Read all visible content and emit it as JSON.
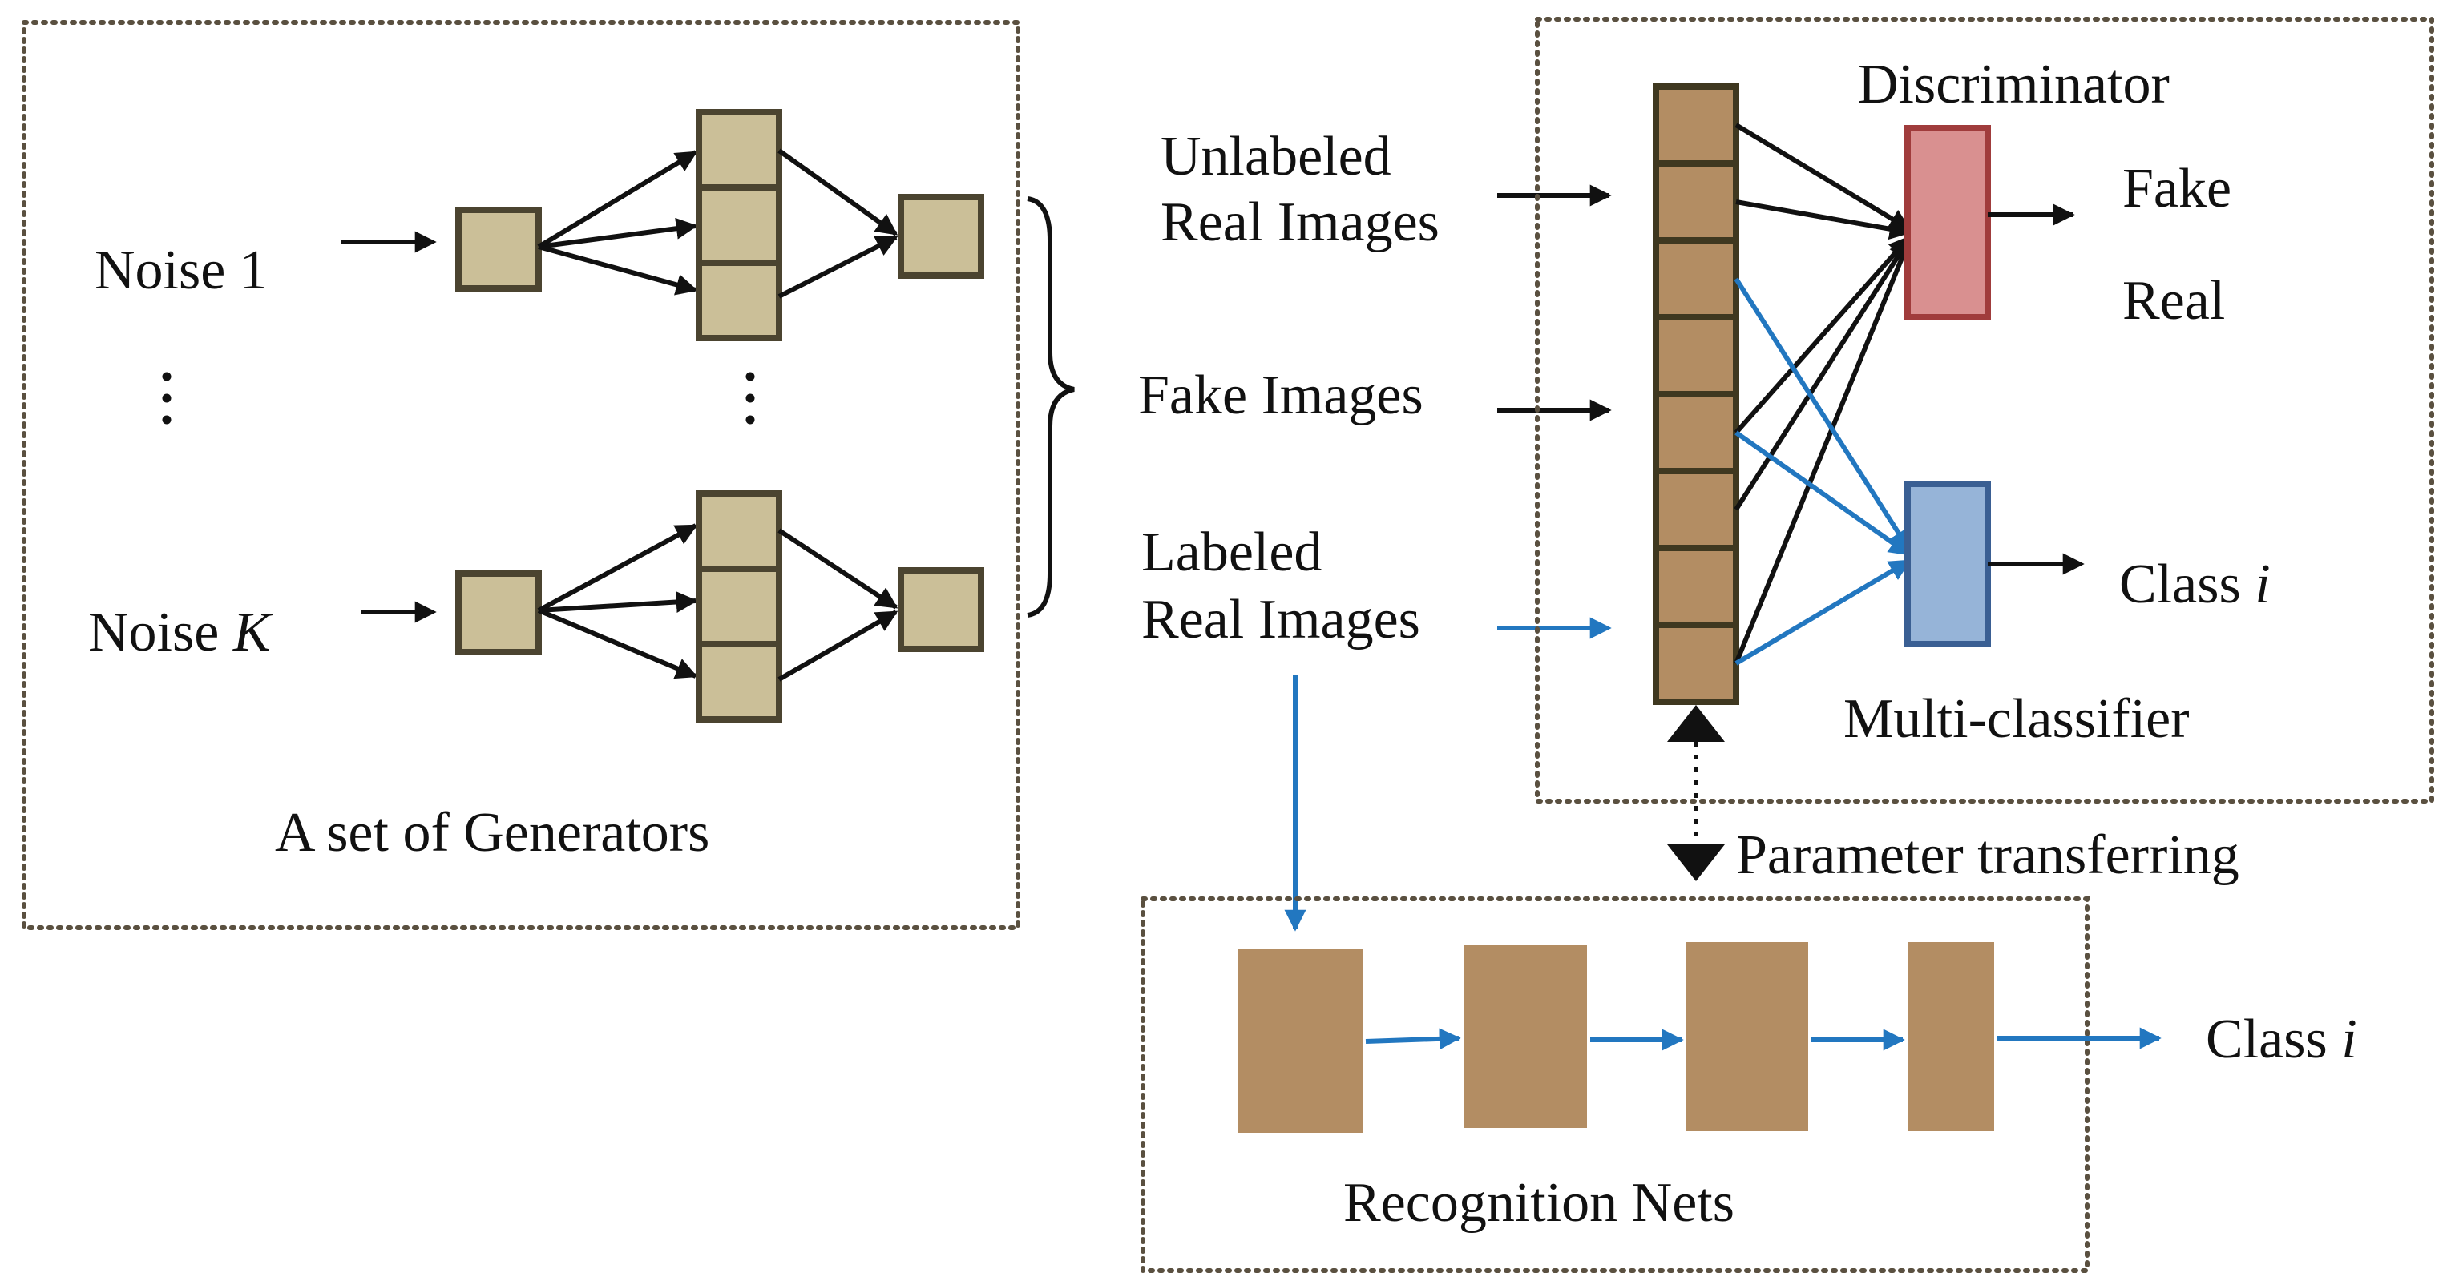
{
  "generators": {
    "title": "A set of Generators",
    "noise_first": "Noise 1",
    "noise_last_prefix": "Noise ",
    "noise_last_var": "K"
  },
  "inputs": {
    "unlabeled_line1": "Unlabeled",
    "unlabeled_line2": "Real Images",
    "fake": "Fake Images",
    "labeled_line1": "Labeled",
    "labeled_line2": "Real Images"
  },
  "discriminator": {
    "title": "Discriminator",
    "out_fake": "Fake",
    "out_real": "Real",
    "classifier_title": "Multi-classifier",
    "class_prefix": "Class ",
    "class_var": "i"
  },
  "transfer": {
    "label": "Parameter transferring"
  },
  "recognition": {
    "title": "Recognition Nets",
    "class_prefix": "Class ",
    "class_var": "i"
  },
  "colors": {
    "generator_unit": "#cbbf98",
    "feature_unit": "#b38d63",
    "discriminator": "#d99090",
    "discriminator_border": "#a03c3c",
    "classifier": "#96b4d8",
    "classifier_border": "#3a5f93",
    "blue_arrow": "#2277c0"
  }
}
